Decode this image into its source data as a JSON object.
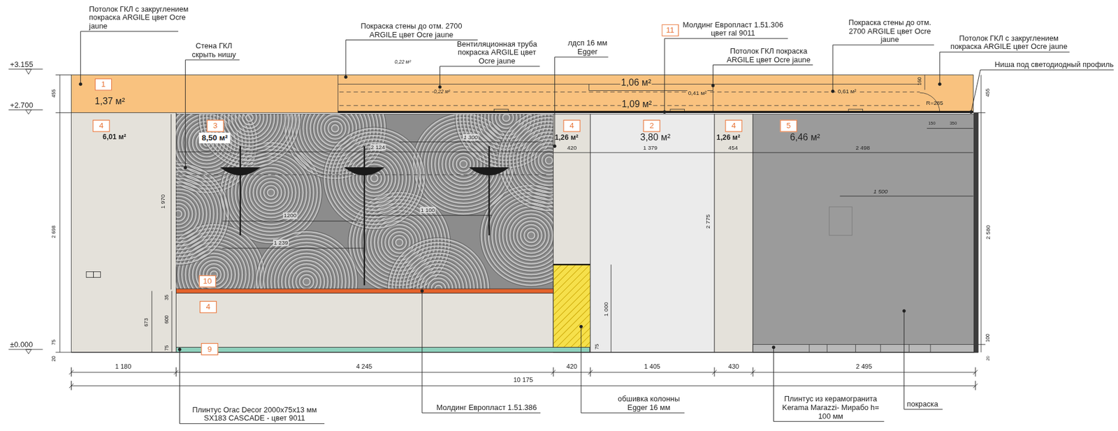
{
  "diagram": {
    "nodes": [
      {
        "text": [
          "1",
          "1,37 м²"
        ]
      },
      {
        "text": [
          "4",
          "6,01 м²"
        ]
      },
      {
        "text": [
          "3",
          "8,50 м²"
        ]
      },
      {
        "text": [
          "4"
        ]
      },
      {
        "text": [
          "9"
        ]
      },
      {
        "text": [
          "4",
          "1,26 м²"
        ]
      },
      {
        "text": [
          "2",
          "3,80 м²"
        ]
      },
      {
        "text": [
          "4",
          "1,26 м²"
        ]
      },
      {
        "text": [
          "5",
          "6,46 м²"
        ]
      }
    ],
    "labels": [
      "Потолок ГКЛ с закруглением покраска ARGILE цвет Ocre jaune",
      "Стена ГКЛ скрыть нишу",
      "Покраска стены до отм. 2700 ARGILE цвет Ocre jaune",
      "0,22 м²",
      "Вентиляционная труба покраска ARGILE цвет Ocre jaune",
      "лдсп 16 мм Egger",
      "11",
      "Молдинг Европласт 1.51.306 цвет ral 9011",
      "Потолок ГКЛ покраска ARGILE цвет Ocre jaune",
      "Покраска стены до отм. 2700 ARGILE цвет Ocre jaune",
      "Потолок ГКЛ с закруглением покраска ARGILE цвет Ocre jaune",
      "Ниша под светодиодный профиль",
      "+3.155",
      "+2.700",
      "±0.000",
      "455",
      "2 698",
      "20",
      "75",
      "1,06 м²",
      "1,09 м²",
      "0,41 м²",
      "0,61 м²",
      "0,22 м²",
      "160",
      "R=285",
      "2 124",
      "1 300",
      "1200",
      "1 100",
      "1 239",
      "1 970",
      "673",
      "35",
      "600",
      "75",
      "10",
      "420",
      "1 000",
      "75",
      "1 379",
      "2 775",
      "454",
      "2 498",
      "1 500",
      "150",
      "350",
      "455",
      "2 580",
      "100",
      "20",
      "1 180",
      "4 245",
      "420",
      "1 405",
      "430",
      "2 495",
      "10 175",
      "Плинтус Orac Decor 2000x75x13 мм SX183 CASCADE - цвет 9011",
      "Молдинг Европласт 1.51.386",
      "обшивка колонны Egger 16 мм",
      "Плинтус из керамогранита Kerama Marazzi- Мирабо h= 100 мм",
      "покраска"
    ]
  }
}
